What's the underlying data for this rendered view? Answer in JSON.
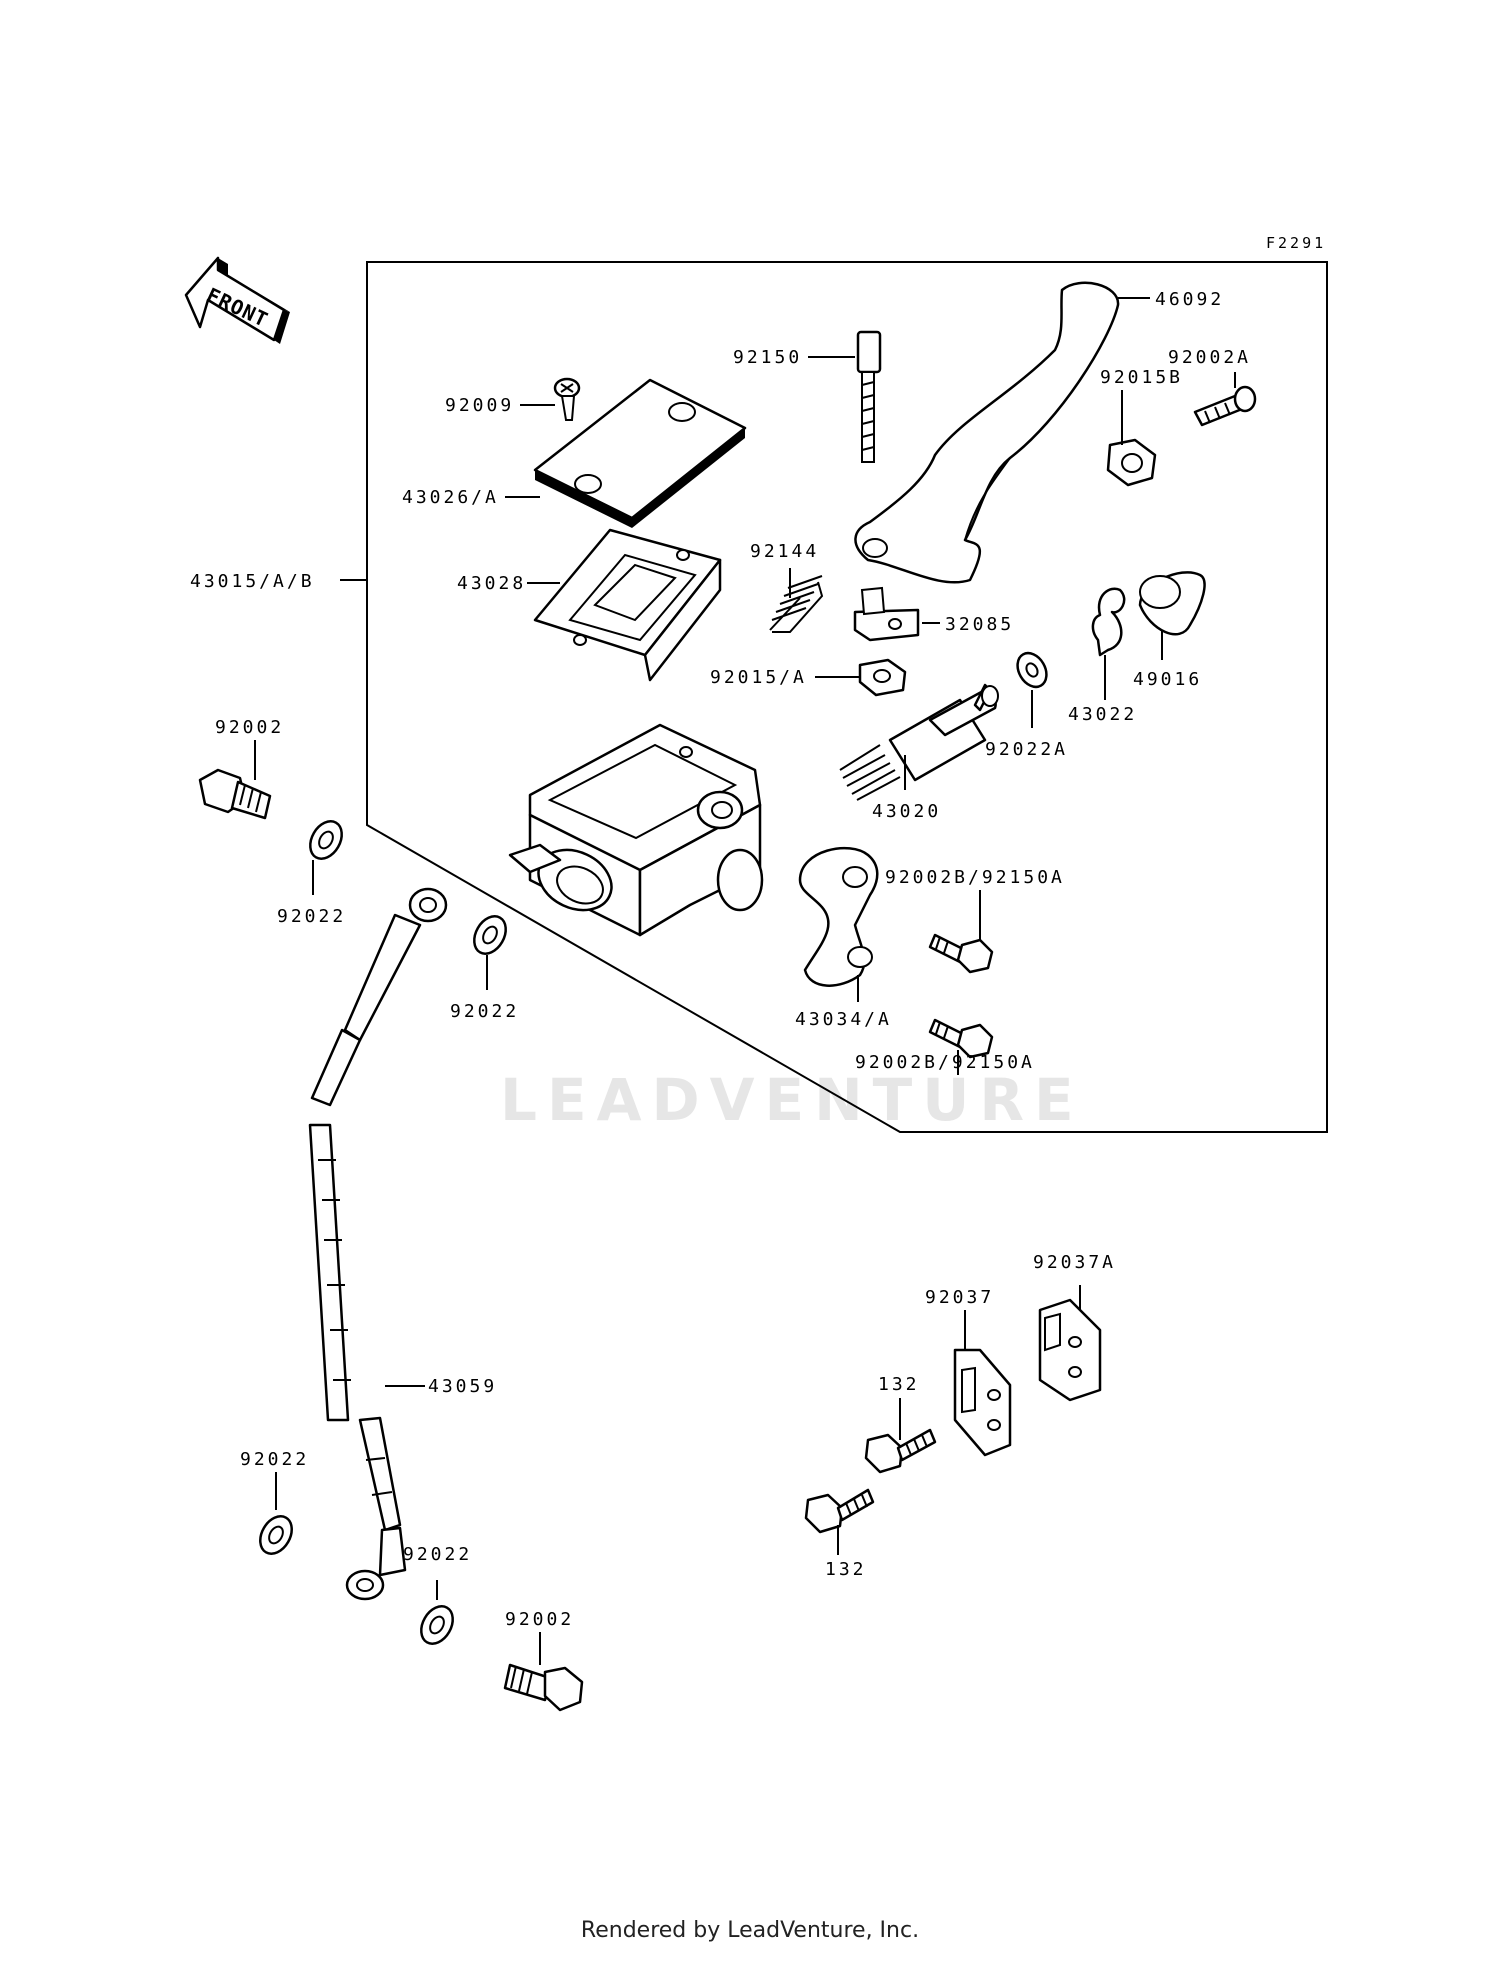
{
  "diagram": {
    "figure_code": "F2291",
    "front_arrow_label": "FRONT",
    "watermark": "LEADVENTURE",
    "labels": {
      "p46092": "46092",
      "p92150": "92150",
      "p92002A": "92002A",
      "p92015B": "92015B",
      "p92009": "92009",
      "p43026A": "43026/A",
      "p43015AB": "43015/A/B",
      "p43028": "43028",
      "p92144": "92144",
      "p32085": "32085",
      "p92015A": "92015/A",
      "p49016": "49016",
      "p43022": "43022",
      "p92022A": "92022A",
      "p43020": "43020",
      "p92002_top": "92002",
      "p92022_1": "92022",
      "p92022_2": "92022",
      "p92002B_1": "92002B/92150A",
      "p43034A": "43034/A",
      "p92002B_2": "92002B/92150A",
      "p92037A": "92037A",
      "p92037": "92037",
      "p132_1": "132",
      "p43059": "43059",
      "p92022_3": "92022",
      "p132_2": "132",
      "p92022_4": "92022",
      "p92002_bottom": "92002"
    }
  },
  "footer": {
    "text": "Rendered by LeadVenture, Inc."
  }
}
